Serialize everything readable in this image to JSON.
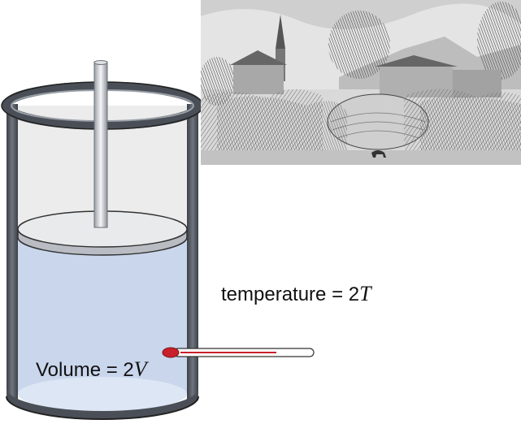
{
  "labels": {
    "temperature_text": "temperature = 2",
    "temperature_symbol": "T",
    "volume_text": "Volume = 2",
    "volume_symbol": "V"
  },
  "colors": {
    "liquid": "#c9d6ec",
    "wall": "#4a4f57",
    "thermometer_bulb": "#c8202a"
  }
}
